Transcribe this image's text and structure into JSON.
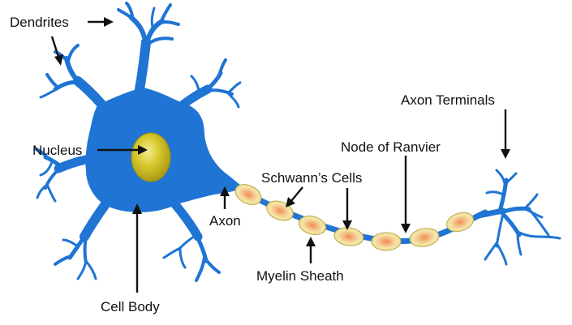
{
  "labels": {
    "dendrites": "Dendrites",
    "nucleus": "Nucleus",
    "cell_body": "Cell Body",
    "axon": "Axon",
    "schwann_cells": "Schwann’s Cells",
    "myelin_sheath": "Myelin Sheath",
    "node_of_ranvier": "Node of Ranvier",
    "axon_terminals": "Axon Terminals"
  },
  "colors": {
    "neuron": "#1f74d4",
    "nucleus": "#c9b91c",
    "nucleus_highlight": "#ece87a",
    "myelin": "#f3ecb0",
    "myelin_core": "#f2a36a",
    "text": "#111111",
    "background": "#ffffff"
  }
}
